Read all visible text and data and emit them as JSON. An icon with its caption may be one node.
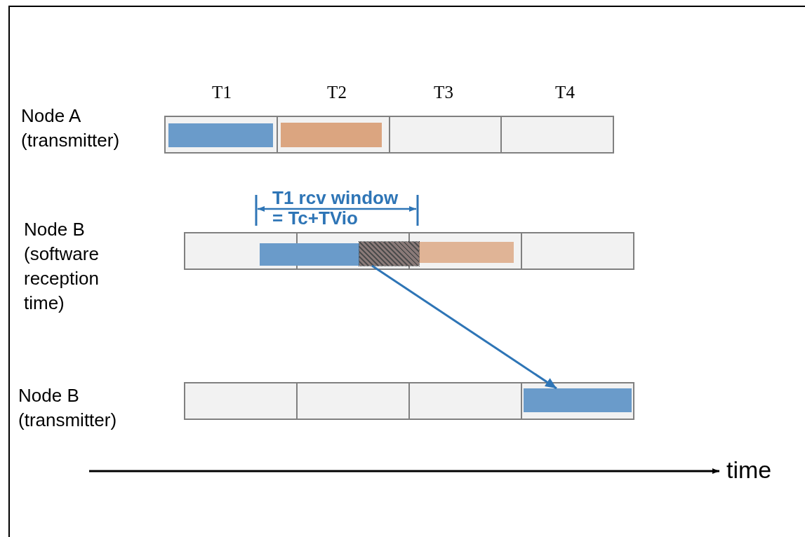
{
  "diagram": {
    "nodes": [
      {
        "text": [],
        "shape": "box"
      },
      {
        "text": [],
        "shape": "bar"
      }
    ],
    "edges": [
      {
        "from": 0,
        "to": 1,
        "arrow": "to"
      }
    ],
    "labels": [
      "T1",
      "T2",
      "T3",
      "T4",
      "Node A (transmitter)",
      "T1 rcv window = Tc+TVio",
      "Node B (software reception time)",
      "Node B (transmitter)",
      "time"
    ]
  }
}
